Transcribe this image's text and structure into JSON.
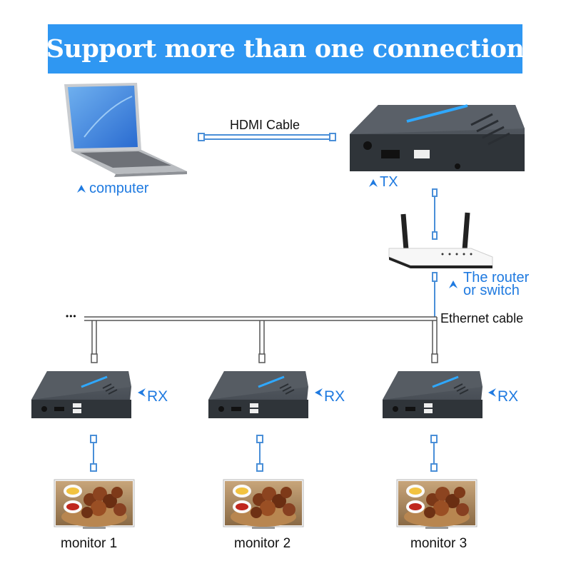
{
  "title": "Support more than one connection",
  "labels": {
    "hdmi_cable": "HDMI Cable",
    "computer": "computer",
    "tx": "TX",
    "router_line1": "The router",
    "router_line2": "or switch",
    "ethernet_cable": "Ethernet cable",
    "ellipsis": "•••"
  },
  "receivers": [
    {
      "label": "RX",
      "monitor": "monitor 1"
    },
    {
      "label": "RX",
      "monitor": "monitor 2"
    },
    {
      "label": "RX",
      "monitor": "monitor 3"
    }
  ],
  "colors": {
    "banner": "#2f97f2",
    "label_blue": "#1f7ae0",
    "device_body": "#4a5058",
    "cable_blue": "#4a8fd8",
    "ethernet_line": "#333333"
  },
  "icons": [
    "laptop-icon",
    "tx-device-icon",
    "router-icon",
    "rx-device-icon",
    "monitor-icon",
    "arrow-up-icon",
    "arrow-left-icon"
  ]
}
